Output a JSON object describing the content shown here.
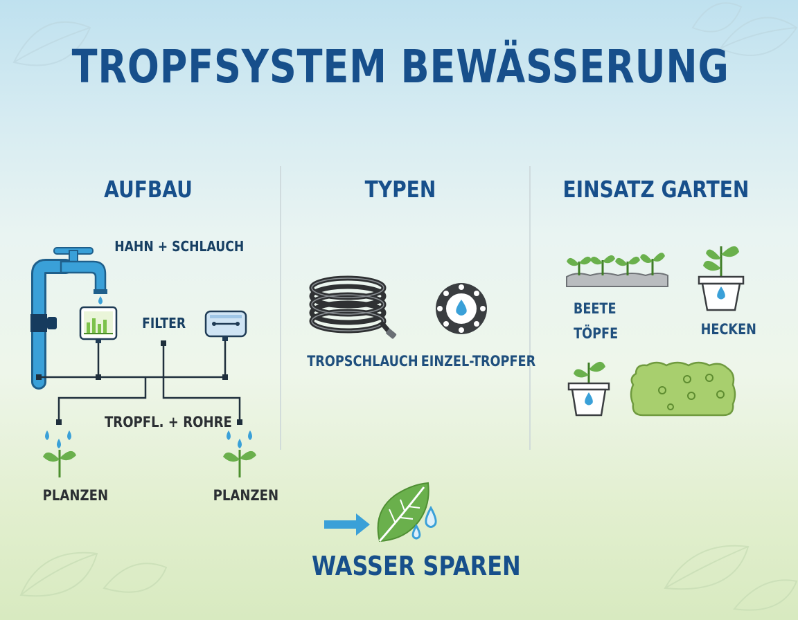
{
  "title": "TROPFSYSTEM BEWÄSSERUNG",
  "colors": {
    "navy": "#174f8b",
    "pipe": "#3aa0d8",
    "leaf": "#6ab04c",
    "dark": "#2b2f33"
  },
  "columns": {
    "aufbau": {
      "heading": "AUFBAU",
      "tap_label": "HAHN + SCHLAUCH",
      "filter_label": "FILTER",
      "pipes_label": "TROPFL. + ROHRE",
      "plant_left_label": "PLANZEN",
      "plant_right_label": "PLANZEN",
      "icons": [
        "faucet-icon",
        "filter-icon",
        "pressure-reducer-icon",
        "water-drop-icon",
        "sprout-icon"
      ]
    },
    "typen": {
      "heading": "TYPEN",
      "hose_label": "TROPSCHLAUCH",
      "dripper_label": "EINZEL-TROPFER",
      "icons": [
        "coiled-hose-icon",
        "dripper-icon"
      ]
    },
    "einsatz": {
      "heading": "EINSATZ GARTEN",
      "beds_label": "BEETE",
      "pots_label": "TÖPFE",
      "hedges_label": "HECKEN",
      "icons": [
        "seedling-bed-icon",
        "potted-plant-icon",
        "hedge-icon"
      ]
    }
  },
  "footer": {
    "label": "WASSER SPAREN",
    "icons": [
      "arrow-right-icon",
      "leaf-icon",
      "water-drop-icon"
    ]
  }
}
